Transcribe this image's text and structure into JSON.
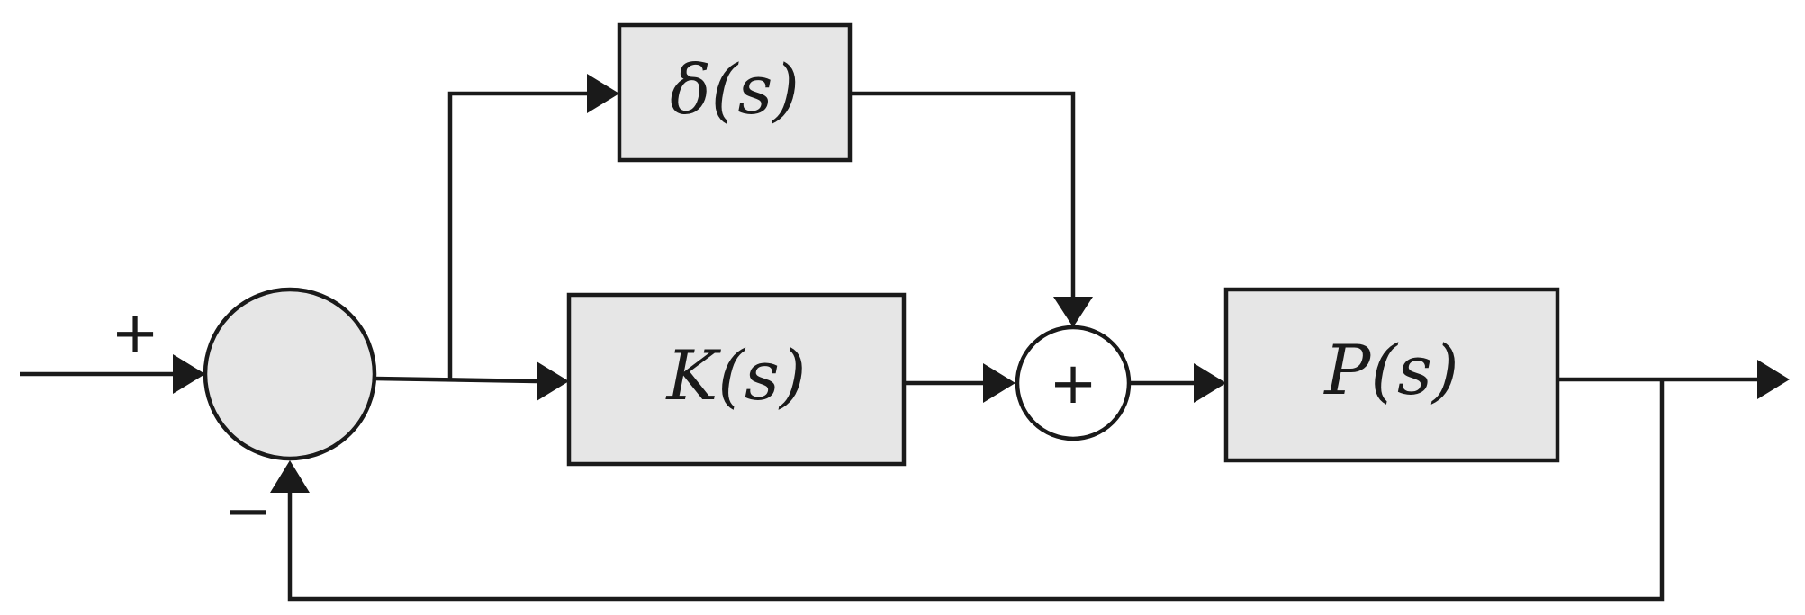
{
  "blocks": {
    "delta": "δ(s)",
    "controller": "K(s)",
    "plant": "P(s)"
  },
  "signs": {
    "input_plus": "+",
    "feedback_minus": "−",
    "summer_plus": "+"
  }
}
